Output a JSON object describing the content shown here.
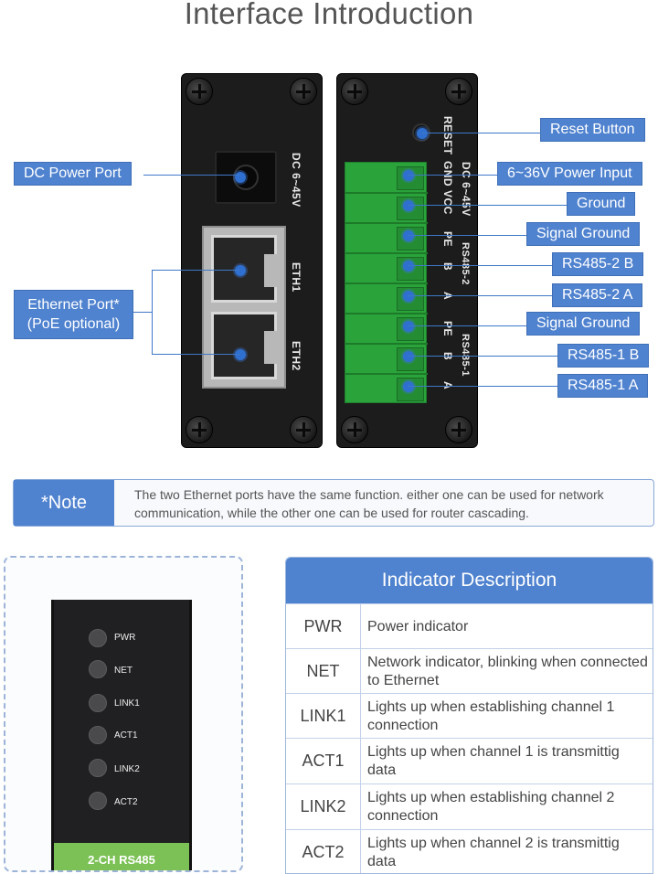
{
  "title": "Interface Introduction",
  "panel_left": {
    "dc_label": "DC 6~45V",
    "eth1_label": "ETH1",
    "eth2_label": "ETH2"
  },
  "panel_right": {
    "reset_label": "RESET",
    "vcc_label": "GND VCC",
    "dc_label": "DC 6~45V",
    "pe2_label": "PE",
    "b2_label": "B",
    "a2_label": "A",
    "group2_label": "RS485-2",
    "pe1_label": "PE",
    "b1_label": "B",
    "a1_label": "A",
    "group1_label": "RS485-1"
  },
  "callouts": {
    "dc_power_port": "DC Power Port",
    "ethernet_port": "Ethernet Port*",
    "poe_optional": "(PoE optional)",
    "reset_button": "Reset Button",
    "power_input": "6~36V Power Input",
    "ground": "Ground",
    "signal_ground_2": "Signal Ground",
    "rs485_2_b": "RS485-2 B",
    "rs485_2_a": "RS485-2 A",
    "signal_ground_1": "Signal Ground",
    "rs485_1_b": "RS485-1 B",
    "rs485_1_a": "RS485-1 A"
  },
  "note": {
    "tag": "*Note",
    "text": "The two Ethernet ports have the same function. either one can be used for network communication, while the other one can be used for router cascading."
  },
  "device": {
    "leds": [
      "PWR",
      "NET",
      "LINK1",
      "ACT1",
      "LINK2",
      "ACT2"
    ],
    "band_label": "2-CH RS485"
  },
  "indicator_table": {
    "title": "Indicator Description",
    "rows": [
      {
        "key": "PWR",
        "value": "Power indicator"
      },
      {
        "key": "NET",
        "value": "Network indicator, blinking when connected to Ethernet"
      },
      {
        "key": "LINK1",
        "value": "Lights up when establishing channel 1 connection"
      },
      {
        "key": "ACT1",
        "value": "Lights up when channel 1 is transmittig data"
      },
      {
        "key": "LINK2",
        "value": "Lights up when establishing channel 2 connection"
      },
      {
        "key": "ACT2",
        "value": "Lights up when channel 2 is transmittig data"
      }
    ]
  },
  "colors": {
    "accent": "#4f82cf",
    "terminal_green": "#2aa33a",
    "panel_black": "#1c1c1d"
  }
}
